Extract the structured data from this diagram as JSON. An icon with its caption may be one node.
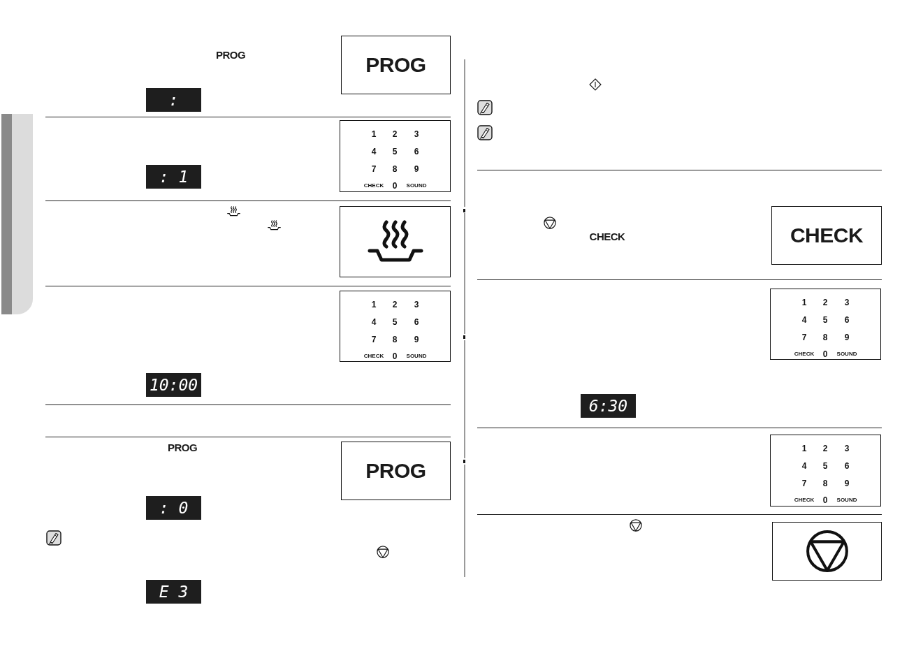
{
  "diagram": {
    "nodes": [
      {
        "text": [
          "PROG"
        ]
      },
      {
        "text": [
          ":"
        ]
      },
      {
        "text": [
          "1",
          "2",
          "3",
          "4",
          "5",
          "6",
          "7",
          "8",
          "9",
          "CHECK",
          "0",
          "SOUND"
        ]
      },
      {
        "text": [
          ": 1"
        ]
      },
      {
        "text": [],
        "shape": "picture"
      },
      {
        "text": [
          "1",
          "2",
          "3",
          "4",
          "5",
          "6",
          "7",
          "8",
          "9",
          "CHECK",
          "0",
          "SOUND"
        ]
      },
      {
        "text": [
          "10:00"
        ]
      },
      {
        "text": [
          "PROG"
        ]
      },
      {
        "text": [
          ": 0"
        ]
      },
      {
        "text": [
          "E 3"
        ]
      },
      {
        "text": [
          "CHECK"
        ]
      },
      {
        "text": [
          "1",
          "2",
          "3",
          "4",
          "5",
          "6",
          "7",
          "8",
          "9",
          "CHECK",
          "0",
          "SOUND"
        ]
      },
      {
        "text": [
          "6:30"
        ]
      },
      {
        "text": [
          "1",
          "2",
          "3",
          "4",
          "5",
          "6",
          "7",
          "8",
          "9",
          "CHECK",
          "0",
          "SOUND"
        ]
      },
      {
        "text": [],
        "shape": "picture"
      },
      {
        "text": [],
        "shape": "bar"
      }
    ],
    "labels": [
      "PROG",
      "PROG",
      "CHECK"
    ]
  }
}
